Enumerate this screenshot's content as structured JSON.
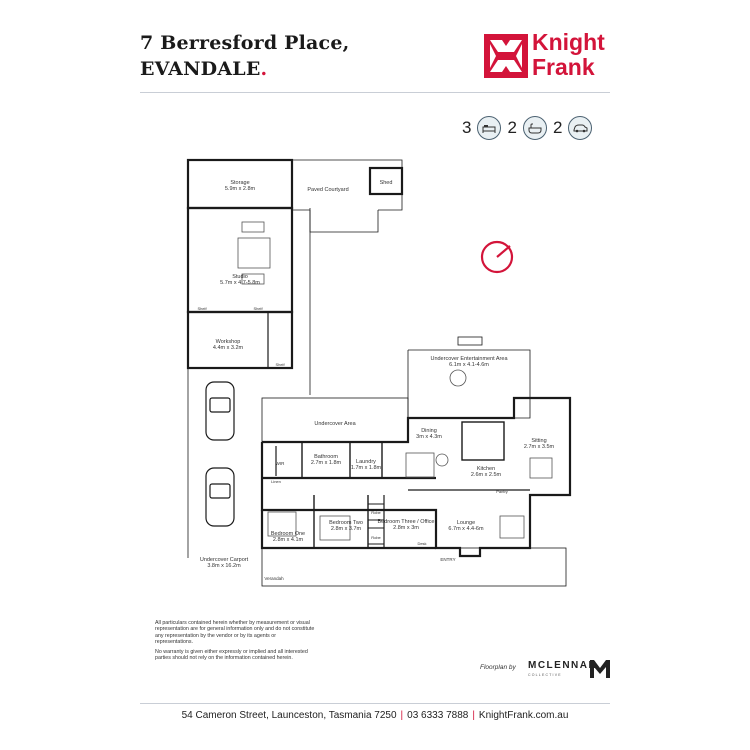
{
  "header": {
    "address_line1": "7 Berresford Place,",
    "address_line2": "EVANDALE",
    "address_dot": ".",
    "agency_line1": "Knight",
    "agency_line2": "Frank"
  },
  "features": {
    "bedrooms": "3",
    "bathrooms": "2",
    "car_spaces": "2",
    "icons": [
      "bed-icon",
      "bath-icon",
      "car-icon"
    ]
  },
  "rooms": {
    "storage": {
      "name": "Storage",
      "size": "5.9m x 2.8m"
    },
    "paved_courtyard": {
      "name": "Paved Courtyard"
    },
    "shed": {
      "name": "Shed"
    },
    "studio": {
      "name": "Studio",
      "size": "5.7m x 4.7-5.8m"
    },
    "shelf1": "Shelf",
    "shelf2": "Shelf",
    "shelf3": "Shelf",
    "workshop": {
      "name": "Workshop",
      "size": "4.4m x 3.2m"
    },
    "undercover_entertainment": {
      "name": "Undercover Entertainment Area",
      "size": "6.1m x 4.1-4.6m"
    },
    "undercover_area": {
      "name": "Undercover Area"
    },
    "dining": {
      "name": "Dining",
      "size": "3m x 4.3m"
    },
    "sitting": {
      "name": "Sitting",
      "size": "2.7m x 3.5m"
    },
    "wir": "WIR",
    "bathroom": {
      "name": "Bathroom",
      "size": "2.7m x 1.8m"
    },
    "laundry": {
      "name": "Laundry",
      "size": "1.7m x 1.8m"
    },
    "kitchen": {
      "name": "Kitchen",
      "size": "2.6m x 2.5m"
    },
    "linen": "Linen",
    "pantry": "Pantry",
    "bed1": {
      "name": "Bedroom One",
      "size": "2.8m x 4.1m"
    },
    "bed2": {
      "name": "Bedroom Two",
      "size": "2.8m x 3.7m"
    },
    "bed3": {
      "name": "Bedroom Three / Office",
      "size": "2.8m x 3m"
    },
    "robe1": "Robe",
    "robe2": "Robe",
    "desk": "Desk",
    "lounge": {
      "name": "Lounge",
      "size": "6.7m x 4.4-6m"
    },
    "entry": "ENTRY",
    "carport": {
      "name": "Undercover Carport",
      "size": "3.8m x 16.2m"
    },
    "verandah": "Verandah"
  },
  "disclaimer": [
    "All particulars contained herein whether by measurement or visual representation are for general information only and do not constitute any representation by the vendor or by its agents or representations.",
    "No warranty is given either expressly or implied and all interested parties should not rely on the information contained herein."
  ],
  "credits": {
    "floorplan_by": "Floorplan by",
    "company": "MCLENNAN",
    "company_sub": "COLLECTIVE"
  },
  "footer": {
    "address": "54 Cameron Street, Launceston, Tasmania 7250",
    "phone": "03 6333 7888",
    "website": "KnightFrank.com.au",
    "separator": "|"
  },
  "colors": {
    "brand_red": "#d3143a",
    "wall": "#1a1a1a"
  }
}
